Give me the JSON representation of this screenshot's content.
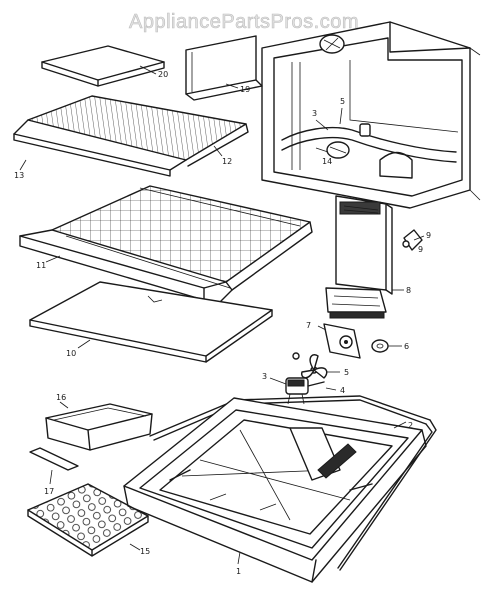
{
  "watermark": "AppliancePartsPros.com",
  "callouts": {
    "c1": "1",
    "c2": "2",
    "c3": "3",
    "c4": "4",
    "c5": "5",
    "c6": "6",
    "c7": "7",
    "c8": "8",
    "c9": "9",
    "c10": "10",
    "c11": "11",
    "c12": "12",
    "c13": "13",
    "c14": "14",
    "c15": "15",
    "c16": "16",
    "c17": "17",
    "c19": "19",
    "c20": "20",
    "c3b": "3",
    "c5b": "5",
    "c9b": "9"
  }
}
